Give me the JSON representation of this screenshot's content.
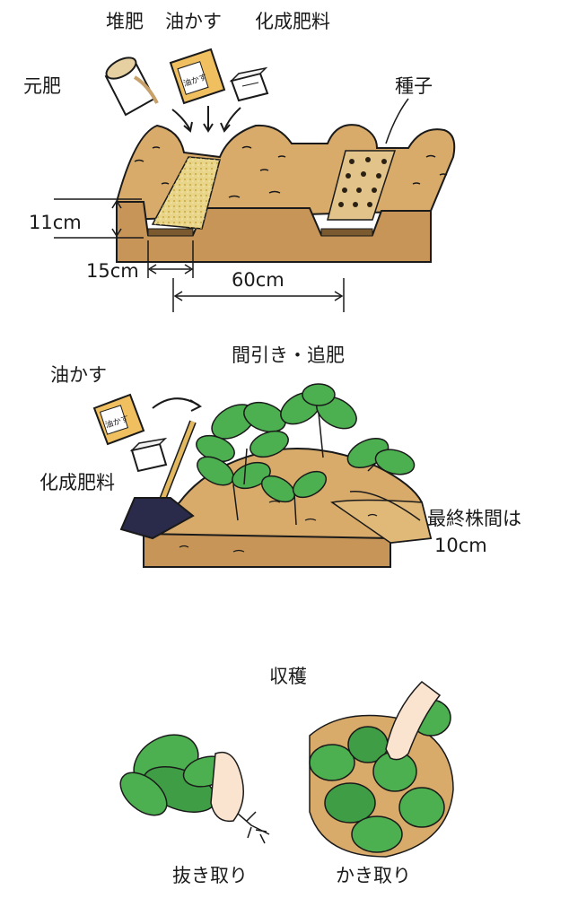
{
  "labels": {
    "compost": "堆肥",
    "oilcake_top": "油かす",
    "chemfert_top": "化成肥料",
    "base_fert": "元肥",
    "seeds": "種子",
    "oilcake_mid": "油かす",
    "chemfert_mid": "化成肥料",
    "thinning": "間引き・追肥",
    "final_spacing_1": "最終株間は",
    "final_spacing_2": "10cm",
    "harvest": "収穫",
    "pull_out": "抜き取り",
    "pick_leaves": "かき取り"
  },
  "bag_text": "油かす",
  "dimensions": {
    "height": "11cm",
    "furrow_width": "15cm",
    "row_spacing": "60cm"
  },
  "colors": {
    "soil": "#d9ab6a",
    "soil_dark": "#b98a4c",
    "soil_side": "#c79558",
    "compost": "#e8d58a",
    "leaf": "#4caf50",
    "leaf_dark": "#2e7d32",
    "skin": "#fbe4cf",
    "hoe_blade": "#2a2a4a",
    "handle": "#e2b860"
  }
}
